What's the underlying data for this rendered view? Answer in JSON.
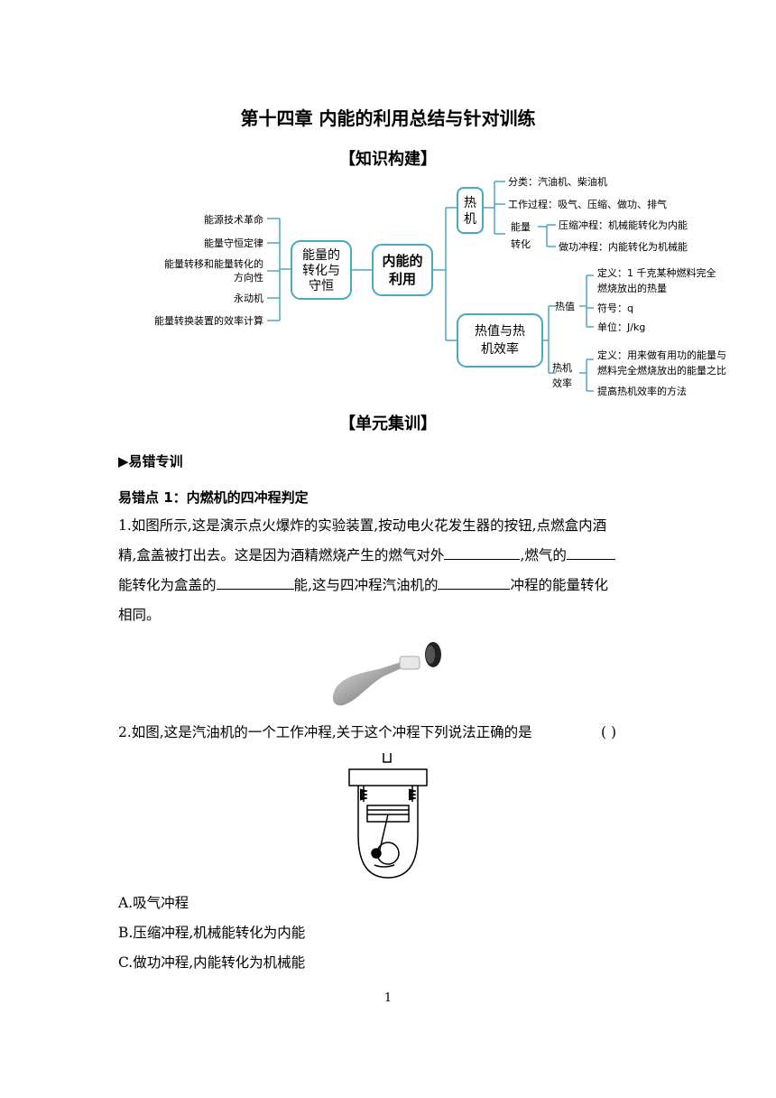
{
  "title": "第十四章  内能的利用总结与针对训练",
  "section1": "【知识构建】",
  "mindmap": {
    "left_items": [
      "能源技术革命",
      "能量守恒定律",
      "能量转移和能量转化的",
      "方向性",
      "永动机",
      "能量转换装置的效率计算"
    ],
    "box_conservation": [
      "能量的",
      "转化与",
      "守恒"
    ],
    "box_center": [
      "内能的",
      "利用"
    ],
    "box_engine": [
      "热",
      "机"
    ],
    "engine_items": {
      "category": "分类：汽油机、柴油机",
      "process": "工作过程：吸气、压缩、做功、排气",
      "energy_label": [
        "能量",
        "转化"
      ],
      "compression": "压缩冲程：机械能转化为内能",
      "power": "做功冲程：内能转化为机械能"
    },
    "box_efficiency": [
      "热值与热",
      "机效率"
    ],
    "heat_value": {
      "label": "热值",
      "def_lines": [
        "定义：1 千克某种燃料完全",
        "燃烧放出的热量"
      ],
      "symbol": "符号：q",
      "unit": "单位：J/kg"
    },
    "engine_eff": {
      "label": [
        "热机",
        "效率"
      ],
      "def_lines": [
        "定义：用来做有用功的能量与",
        "燃料完全燃烧放出的能量之比"
      ],
      "improve": "提高热机效率的方法"
    }
  },
  "section2": "【单元集训】",
  "subhead": "▶易错专训",
  "point1": "易错点 1：内燃机的四冲程判定",
  "q1": {
    "p1": "1.如图所示,这是演示点火爆炸的实验装置,按动电火花发生器的按钮,点燃盒内酒",
    "p2a": "精,盒盖被打出去。这是因为酒精燃烧产生的燃气对外",
    "p2b": ",燃气的",
    "p3a": "能转化为盒盖的",
    "p3b": "能,这与四冲程汽油机的",
    "p3c": "冲程的能量转化",
    "p4": "相同。"
  },
  "q2": {
    "stem": "2.如图,这是汽油机的一个工作冲程,关于这个冲程下列说法正确的是",
    "bracket": "(            )",
    "options": [
      "A.吸气冲程",
      "B.压缩冲程,机械能转化为内能",
      "C.做功冲程,内能转化为机械能"
    ]
  },
  "page_number": "1"
}
